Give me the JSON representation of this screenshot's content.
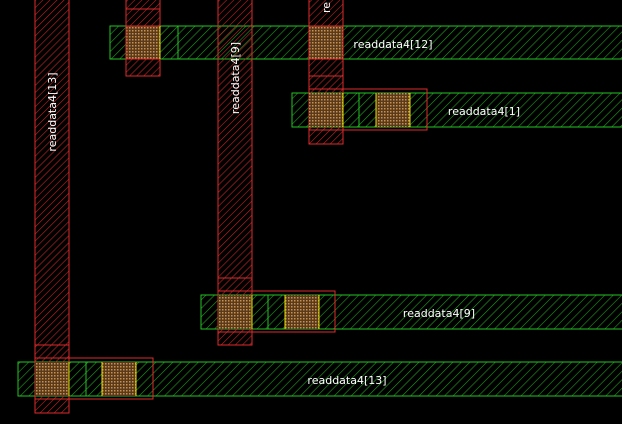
{
  "view": {
    "background": "#000000"
  },
  "colors": {
    "metal_horizontal": "#22c322",
    "metal_vertical": "#e02a2a",
    "via_fill": "#9a6a3a",
    "cut_line": "#e8e000",
    "label_text": "#ffffff"
  },
  "labels": {
    "vertical_tall_left": "readdata4[13]",
    "vertical_middle": "readdata4[9]",
    "vertical_top_clipped": "re",
    "horizontal_top": "readdata4[12]",
    "horizontal_upper_right": "readdata4[1]",
    "horizontal_lower_middle": "readdata4[9]",
    "horizontal_bottom": "readdata4[13]"
  }
}
